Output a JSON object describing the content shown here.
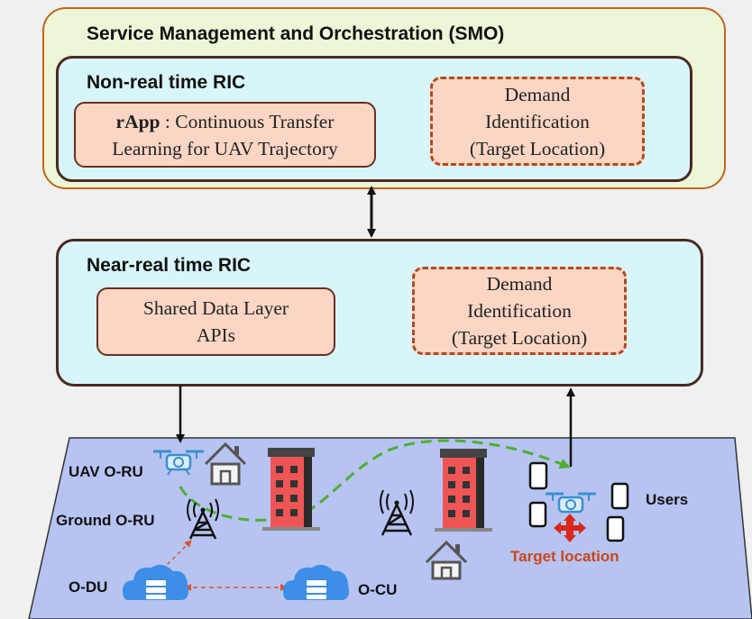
{
  "smo": {
    "title": "Service Management and Orchestration (SMO)"
  },
  "non_rt_ric": {
    "title": "Non-real time RIC",
    "rapp_bold": "rApp",
    "rapp_line1": " : Continuous Transfer",
    "rapp_line2": "Learning for UAV Trajectory",
    "demand_line1": "Demand",
    "demand_line2": "Identification",
    "demand_line3": "(Target Location)"
  },
  "near_rt_ric": {
    "title": "Near-real time RIC",
    "sdl_line1": "Shared Data Layer",
    "sdl_line2": "APIs",
    "demand_line1": "Demand",
    "demand_line2": "Identification",
    "demand_line3": "(Target Location)"
  },
  "scene": {
    "uav_ou_label": "UAV O-RU",
    "ground_ou_label": "Ground O-RU",
    "odu_label": "O-DU",
    "ocu_label": "O-CU",
    "users_label": "Users",
    "target_label": "Target location"
  },
  "colors": {
    "smo_border": "#c0651e",
    "box_fill": "#fbd6c4",
    "ric_fill": "#d8f6fa",
    "ground_plane": "#b7c4f2",
    "trajectory": "#4fae32",
    "target": "#c9461b"
  },
  "icons": [
    "drone-icon",
    "house-icon",
    "building-icon",
    "tower-icon",
    "cloud-server-icon",
    "phone-icon",
    "target-arrows-icon"
  ]
}
